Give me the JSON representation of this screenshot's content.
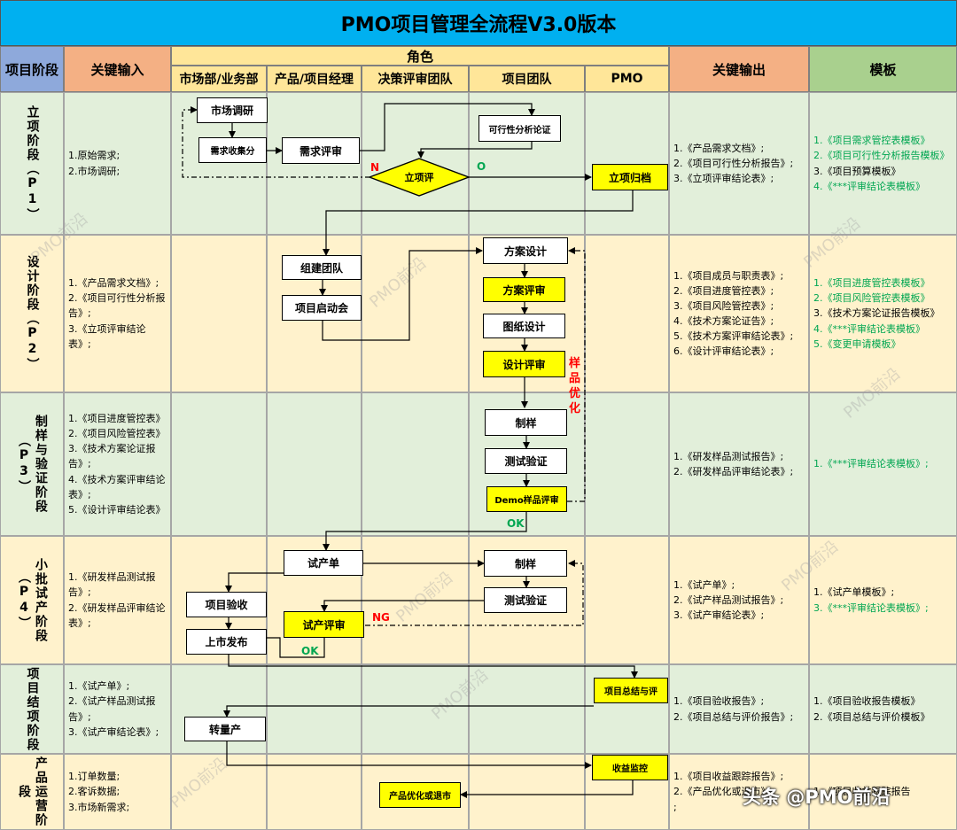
{
  "title": "PMO项目管理全流程V3.0版本",
  "headers": {
    "stage": "项目阶段",
    "input": "关键输入",
    "role": "角色",
    "roles": [
      "市场部/业务部",
      "产品/项目经理",
      "决策评审团队",
      "项目团队",
      "PMO"
    ],
    "output": "关键输出",
    "template": "模板"
  },
  "stages": [
    {
      "label": "立项阶段（P1）",
      "inputs": "1.原始需求;\n2.市场调研;",
      "outputs": "1.《产品需求文档》;\n2.《项目可行性分析报告》;\n3.《立项评审结论表》;",
      "templates": [
        {
          "t": "1.《项目需求管控表模板》",
          "g": true
        },
        {
          "t": "2.《项目可行性分析报告模板》",
          "g": true
        },
        {
          "t": "3.《项目预算模板》",
          "g": false
        },
        {
          "t": "4.《***评审结论表模板》",
          "g": true
        }
      ]
    },
    {
      "label": "设计阶段（P2）",
      "inputs": "1.《产品需求文档》;\n2.《项目可行性分析报告》;\n3.《立项评审结论表》;",
      "outputs": "1.《项目成员与职责表》;\n2.《项目进度管控表》;\n3.《项目风险管控表》;\n4.《技术方案论证告》;\n5.《技术方案评审结论表》;\n6.《设计评审结论表》;",
      "templates": [
        {
          "t": "1.《项目进度管控表模板》",
          "g": true
        },
        {
          "t": "2.《项目风险管控表模板》",
          "g": true
        },
        {
          "t": "3.《技术方案论证报告模板》",
          "g": false
        },
        {
          "t": "4.《***评审结论表模板》",
          "g": true
        },
        {
          "t": "5.《变更申请模板》",
          "g": true
        }
      ]
    },
    {
      "label": "制样与验证阶段（P3）",
      "inputs": "1.《项目进度管控表》\n2.《项目风险管控表》\n3.《技术方案论证报告》;\n4.《技术方案评审结论表》;\n5.《设计评审结论表》",
      "outputs": "1.《研发样品测试报告》;\n2.《研发样品评审结论表》;",
      "templates": [
        {
          "t": "1.《***评审结论表模板》;",
          "g": true
        }
      ]
    },
    {
      "label": "小批试产阶段（P4）",
      "inputs": "1.《研发样品测试报告》;\n2.《研发样品评审结论表》;",
      "outputs": "1.《试产单》;\n2.《试产样品测试报告》;\n3.《试产审结论表》;",
      "templates": [
        {
          "t": "1.《试产单模板》;",
          "g": false
        },
        {
          "t": "3.《***评审结论表模板》;",
          "g": true
        }
      ]
    },
    {
      "label": "项目结项阶段",
      "inputs": "1.《试产单》;\n2.《试产样品测试报告》;\n3.《试产审结论表》;",
      "outputs": "1.《项目验收报告》;\n2.《项目总结与评价报告》;",
      "templates": [
        {
          "t": "1.《项目验收报告模板》",
          "g": false
        },
        {
          "t": "2.《项目总结与评价模板》",
          "g": false
        }
      ]
    },
    {
      "label": "产品运营阶段",
      "inputs": "1.订单数量;\n2.客诉数据;\n3.市场新需求;",
      "outputs": "1.《项目收益跟踪报告》;\n2.《产品优化或退市》\n;",
      "templates": [
        {
          "t": "1.《项目收益跟踪报告",
          "g": false
        }
      ]
    }
  ],
  "boxes": {
    "market_research": "市场调研",
    "req_collect": "需求收集分",
    "req_review": "需求评审",
    "feasibility": "可行性分析论证",
    "approval_review": "立项评",
    "approval_archive": "立项归档",
    "build_team": "组建团队",
    "kickoff": "项目启动会",
    "solution_design": "方案设计",
    "solution_review": "方案评审",
    "drawing_design": "图纸设计",
    "design_review": "设计评审",
    "sampling": "制样",
    "test_verify": "测试验证",
    "demo_review": "Demo样品评审",
    "trial_order": "试产单",
    "sampling2": "制样",
    "test_verify2": "测试验证",
    "trial_review": "试产评审",
    "acceptance": "项目验收",
    "launch": "上市发布",
    "summary": "项目总结与评",
    "mass_production": "转量产",
    "revenue_monitor": "收益监控",
    "optimize_exit": "产品优化或退市"
  },
  "labels": {
    "n": "N",
    "o": "O",
    "sample_opt": "样品优化",
    "ok1": "OK",
    "ng": "NG",
    "ok2": "OK"
  },
  "watermark": "PMO前沿",
  "footer_brand": "头条 @PMO前沿",
  "colors": {
    "title_bg": "#00b0f0",
    "stage_header": "#8ea9db",
    "input_header": "#f4b084",
    "role_header": "#ffe699",
    "template_header": "#a9d08e",
    "row_green": "#e2efda",
    "row_yellow": "#fff2cc",
    "highlight": "#ffff00"
  }
}
